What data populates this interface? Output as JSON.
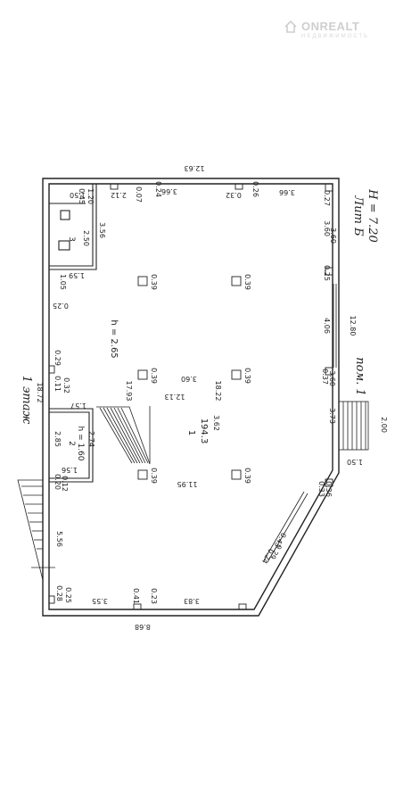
{
  "watermark": {
    "brand": "ONREALT",
    "tagline": "НЕДВИЖИМОСТЬ"
  },
  "plan": {
    "floor_label": "1 этаж",
    "lit_label": "Лит Б",
    "height_label": "Н = 7.20",
    "room1_label": "пом. 1",
    "room2_num": "2",
    "room2_h": "h = 1.60",
    "room3_num": "3",
    "room1_h": "h = 2.65",
    "room1_area": "194.3",
    "room1_area_num": "1",
    "dims": {
      "top_total": "12.63",
      "bottom_total": "8.68",
      "left_total": "18.72",
      "right_total": "12.80",
      "top_366a": "3.66",
      "top_366b": "3.66",
      "top_032": "0.32",
      "top_026": "0.26",
      "top_212": "2.12",
      "top_007": "0.07",
      "top_024": "0.24",
      "top_150": "1.50",
      "top_045": "0.45",
      "top_120": "1.20",
      "r3_250": "2.50",
      "r3_356": "3.56",
      "r3_159": "1.59",
      "r3_105": "1.05",
      "left_025": "0.25",
      "left_029": "0.29",
      "left_011": "0.11",
      "left_032": "0.32",
      "left_157": "1.57",
      "r2_285": "2.85",
      "r2_274": "2.74",
      "r2_156": "1.56",
      "left_020": "0.20",
      "left_012": "0.12",
      "left_556": "5.56",
      "left_028": "0.28",
      "left_025b": "0.25",
      "bottom_355": "3.55",
      "bottom_041": "0.41",
      "bottom_023": "0.23",
      "bottom_383": "3.83",
      "right_027": "0.27",
      "right_360a": "3.60",
      "right_025": "0.25",
      "right_360b": "3.60",
      "right_406": "4.06",
      "right_037": "0.37",
      "right_360c": "3.60",
      "right_373": "3.73",
      "right_200": "2.00",
      "right_150": "1.50",
      "right_033": "0.33",
      "right_036": "0.36",
      "diag_024": "0.24",
      "diag_029": "0.29",
      "diag_043": "0.43",
      "mid_1793": "17.93",
      "mid_1822": "18.22",
      "mid_1213": "12.13",
      "mid_360": "3.60",
      "mid_362": "3.62",
      "mid_1195": "11.95",
      "col_039": "0.39"
    }
  }
}
